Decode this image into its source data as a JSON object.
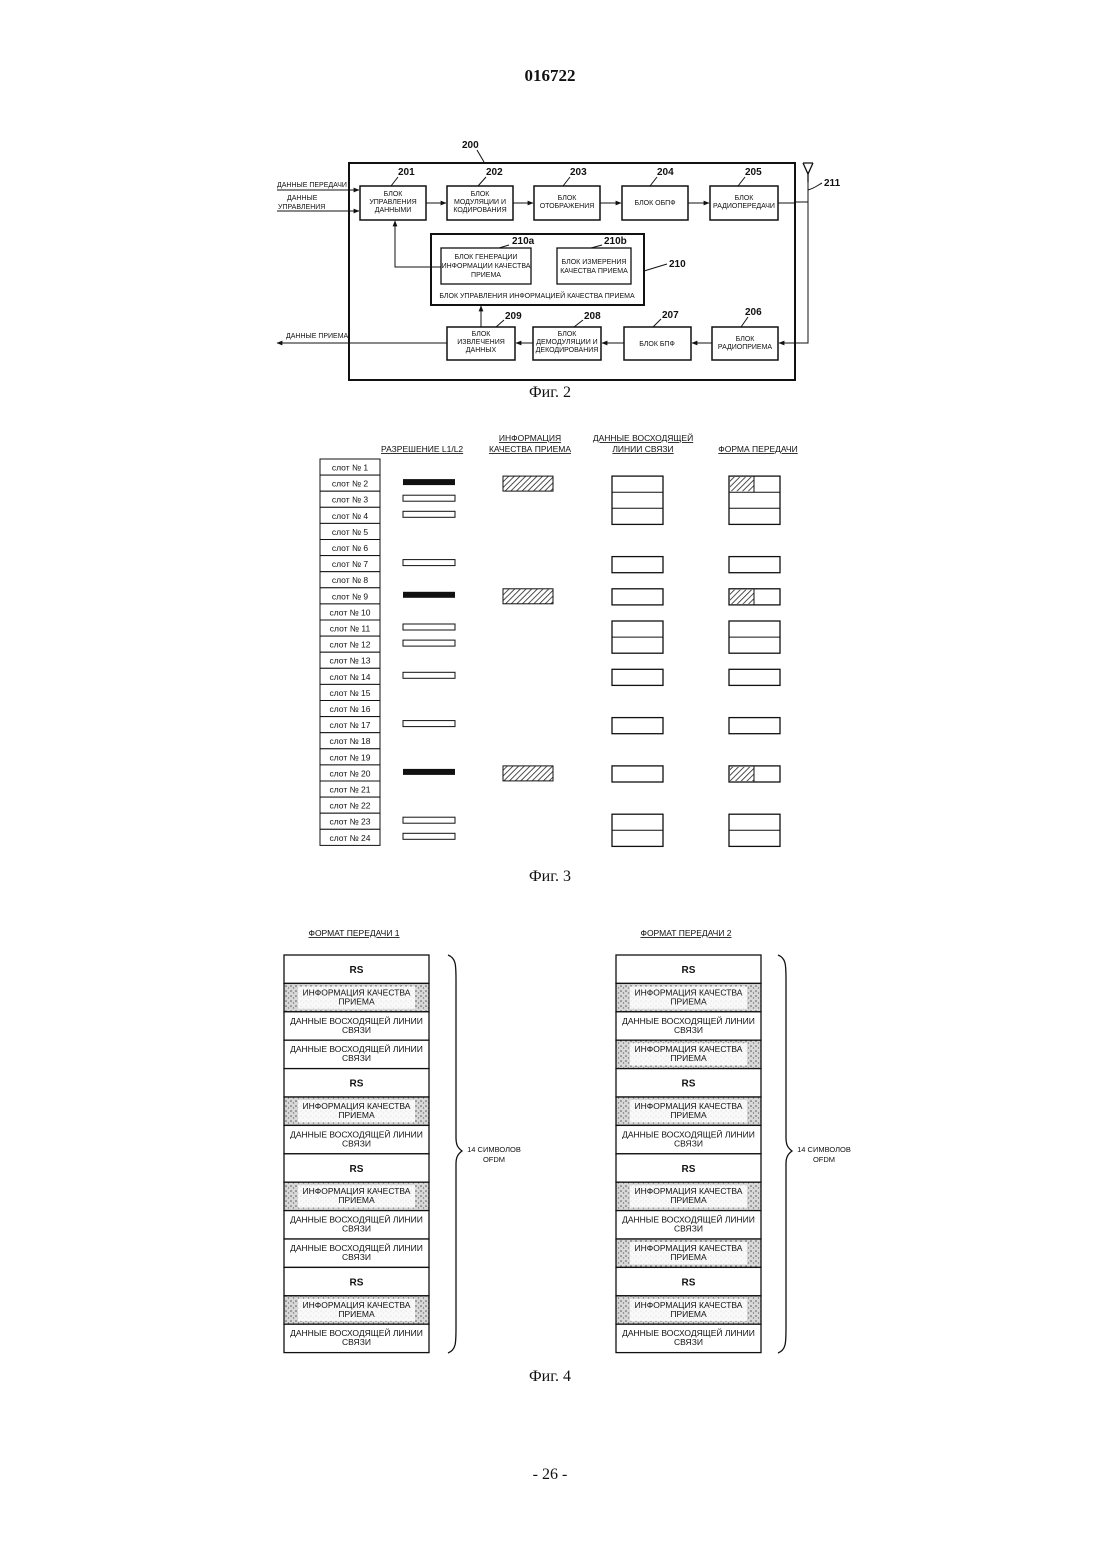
{
  "document_number": "016722",
  "page_number": "- 26 -",
  "fig2": {
    "caption": "Фиг. 2",
    "device_ref": "200",
    "antenna_ref": "211",
    "inputs": {
      "tx_data": "ДАННЫЕ ПЕРЕДАЧИ",
      "ctrl_data_1": "ДАННЫЕ",
      "ctrl_data_2": "УПРАВЛЕНИЯ"
    },
    "output": "ДАННЫЕ ПРИЕМА",
    "blocks": [
      {
        "ref": "201",
        "lines": [
          "БЛОК",
          "УПРАВЛЕНИЯ",
          "ДАННЫМИ"
        ]
      },
      {
        "ref": "202",
        "lines": [
          "БЛОК",
          "МОДУЛЯЦИИ И",
          "КОДИРОВАНИЯ"
        ]
      },
      {
        "ref": "203",
        "lines": [
          "БЛОК",
          "ОТОБРАЖЕНИЯ"
        ]
      },
      {
        "ref": "204",
        "lines": [
          "БЛОК ОБПФ"
        ]
      },
      {
        "ref": "205",
        "lines": [
          "БЛОК",
          "РАДИОПЕРЕДАЧИ"
        ]
      },
      {
        "ref": "206",
        "lines": [
          "БЛОК",
          "РАДИОПРИЕМА"
        ]
      },
      {
        "ref": "207",
        "lines": [
          "БЛОК БПФ"
        ]
      },
      {
        "ref": "208",
        "lines": [
          "БЛОК",
          "ДЕМОДУЛЯЦИИ И",
          "ДЕКОДИРОВАНИЯ"
        ]
      },
      {
        "ref": "209",
        "lines": [
          "БЛОК",
          "ИЗВЛЕЧЕНИЯ",
          "ДАННЫХ"
        ]
      },
      {
        "ref": "210a",
        "lines": [
          "БЛОК ГЕНЕРАЦИИ",
          "ИНФОРМАЦИИ КАЧЕСТВА",
          "ПРИЕМА"
        ]
      },
      {
        "ref": "210b",
        "lines": [
          "БЛОК ИЗМЕРЕНИЯ",
          "КАЧЕСТВА ПРИЕМА"
        ]
      }
    ],
    "block_210": {
      "ref": "210",
      "label": "БЛОК УПРАВЛЕНИЯ ИНФОРМАЦИЕЙ КАЧЕСТВА ПРИЕМА"
    }
  },
  "fig3": {
    "caption": "Фиг. 3",
    "headers": {
      "grant": "РАЗРЕШЕНИЕ L1/L2",
      "cqi_1": "ИНФОРМАЦИЯ",
      "cqi_2": "КАЧЕСТВА ПРИЕМА",
      "uldata_1": "ДАННЫЕ ВОСХОДЯЩЕЙ",
      "uldata_2": "ЛИНИИ СВЯЗИ",
      "txform": "ФОРМА ПЕРЕДАЧИ"
    },
    "slots": [
      "слот № 1",
      "слот № 2",
      "слот № 3",
      "слот № 4",
      "слот № 5",
      "слот № 6",
      "слот № 7",
      "слот № 8",
      "слот № 9",
      "слот № 10",
      "слот № 11",
      "слот № 12",
      "слот № 13",
      "слот № 14",
      "слот № 15",
      "слот № 16",
      "слот № 17",
      "слот № 18",
      "слот № 19",
      "слот № 20",
      "слот № 21",
      "слот № 22",
      "слот № 23",
      "слот № 24"
    ],
    "grants": [
      {
        "slot": 2,
        "type": "cqi"
      },
      {
        "slot": 3,
        "type": "data"
      },
      {
        "slot": 4,
        "type": "data"
      },
      {
        "slot": 7,
        "type": "data"
      },
      {
        "slot": 9,
        "type": "cqi"
      },
      {
        "slot": 11,
        "type": "data"
      },
      {
        "slot": 12,
        "type": "data"
      },
      {
        "slot": 14,
        "type": "data"
      },
      {
        "slot": 17,
        "type": "data"
      },
      {
        "slot": 20,
        "type": "cqi"
      },
      {
        "slot": 23,
        "type": "data"
      },
      {
        "slot": 24,
        "type": "data"
      }
    ],
    "cqi_slots": [
      2,
      9,
      20
    ],
    "uplink_groups": [
      {
        "start": 2,
        "count": 3
      },
      {
        "start": 7,
        "count": 1
      },
      {
        "start": 9,
        "count": 1
      },
      {
        "start": 11,
        "count": 2
      },
      {
        "start": 14,
        "count": 1
      },
      {
        "start": 17,
        "count": 1
      },
      {
        "start": 20,
        "count": 1
      },
      {
        "start": 23,
        "count": 2
      }
    ],
    "tx_groups": [
      {
        "start": 2,
        "count": 3,
        "cqi": true
      },
      {
        "start": 7,
        "count": 1,
        "cqi": false
      },
      {
        "start": 9,
        "count": 1,
        "cqi": true
      },
      {
        "start": 11,
        "count": 2,
        "cqi": false
      },
      {
        "start": 14,
        "count": 1,
        "cqi": false
      },
      {
        "start": 17,
        "count": 1,
        "cqi": false
      },
      {
        "start": 20,
        "count": 1,
        "cqi": true
      },
      {
        "start": 23,
        "count": 2,
        "cqi": false
      }
    ]
  },
  "fig4": {
    "caption": "Фиг. 4",
    "brace_label_1": "14 СИМВОЛОВ",
    "brace_label_2": "OFDM",
    "format1": {
      "title": "ФОРМАТ ПЕРЕДАЧИ 1",
      "rows": [
        {
          "type": "rs",
          "lines": [
            "RS"
          ]
        },
        {
          "type": "cqi",
          "lines": [
            "ИНФОРМАЦИЯ КАЧЕСТВА",
            "ПРИЕМА"
          ]
        },
        {
          "type": "data",
          "lines": [
            "ДАННЫЕ ВОСХОДЯЩЕЙ ЛИНИИ",
            "СВЯЗИ"
          ]
        },
        {
          "type": "data",
          "lines": [
            "ДАННЫЕ ВОСХОДЯЩЕЙ ЛИНИИ",
            "СВЯЗИ"
          ]
        },
        {
          "type": "rs",
          "lines": [
            "RS"
          ]
        },
        {
          "type": "cqi",
          "lines": [
            "ИНФОРМАЦИЯ КАЧЕСТВА",
            "ПРИЕМА"
          ]
        },
        {
          "type": "data",
          "lines": [
            "ДАННЫЕ ВОСХОДЯЩЕЙ ЛИНИИ",
            "СВЯЗИ"
          ]
        },
        {
          "type": "rs",
          "lines": [
            "RS"
          ]
        },
        {
          "type": "cqi",
          "lines": [
            "ИНФОРМАЦИЯ КАЧЕСТВА",
            "ПРИЕМА"
          ]
        },
        {
          "type": "data",
          "lines": [
            "ДАННЫЕ ВОСХОДЯЩЕЙ ЛИНИИ",
            "СВЯЗИ"
          ]
        },
        {
          "type": "data",
          "lines": [
            "ДАННЫЕ ВОСХОДЯЩЕЙ ЛИНИИ",
            "СВЯЗИ"
          ]
        },
        {
          "type": "rs",
          "lines": [
            "RS"
          ]
        },
        {
          "type": "cqi",
          "lines": [
            "ИНФОРМАЦИЯ КАЧЕСТВА",
            "ПРИЕМА"
          ]
        },
        {
          "type": "data",
          "lines": [
            "ДАННЫЕ ВОСХОДЯЩЕЙ ЛИНИИ",
            "СВЯЗИ"
          ]
        }
      ]
    },
    "format2": {
      "title": "ФОРМАТ ПЕРЕДАЧИ 2",
      "rows": [
        {
          "type": "rs",
          "lines": [
            "RS"
          ]
        },
        {
          "type": "cqi",
          "lines": [
            "ИНФОРМАЦИЯ КАЧЕСТВА",
            "ПРИЕМА"
          ]
        },
        {
          "type": "data",
          "lines": [
            "ДАННЫЕ ВОСХОДЯЩЕЙ ЛИНИИ",
            "СВЯЗИ"
          ]
        },
        {
          "type": "cqi",
          "lines": [
            "ИНФОРМАЦИЯ КАЧЕСТВА",
            "ПРИЕМА"
          ]
        },
        {
          "type": "rs",
          "lines": [
            "RS"
          ]
        },
        {
          "type": "cqi",
          "lines": [
            "ИНФОРМАЦИЯ КАЧЕСТВА",
            "ПРИЕМА"
          ]
        },
        {
          "type": "data",
          "lines": [
            "ДАННЫЕ ВОСХОДЯЩЕЙ ЛИНИИ",
            "СВЯЗИ"
          ]
        },
        {
          "type": "rs",
          "lines": [
            "RS"
          ]
        },
        {
          "type": "cqi",
          "lines": [
            "ИНФОРМАЦИЯ КАЧЕСТВА",
            "ПРИЕМА"
          ]
        },
        {
          "type": "data",
          "lines": [
            "ДАННЫЕ ВОСХОДЯЩЕЙ ЛИНИИ",
            "СВЯЗИ"
          ]
        },
        {
          "type": "cqi",
          "lines": [
            "ИНФОРМАЦИЯ КАЧЕСТВА",
            "ПРИЕМА"
          ]
        },
        {
          "type": "rs",
          "lines": [
            "RS"
          ]
        },
        {
          "type": "cqi",
          "lines": [
            "ИНФОРМАЦИЯ КАЧЕСТВА",
            "ПРИЕМА"
          ]
        },
        {
          "type": "data",
          "lines": [
            "ДАННЫЕ ВОСХОДЯЩЕЙ ЛИНИИ",
            "СВЯЗИ"
          ]
        }
      ]
    }
  }
}
